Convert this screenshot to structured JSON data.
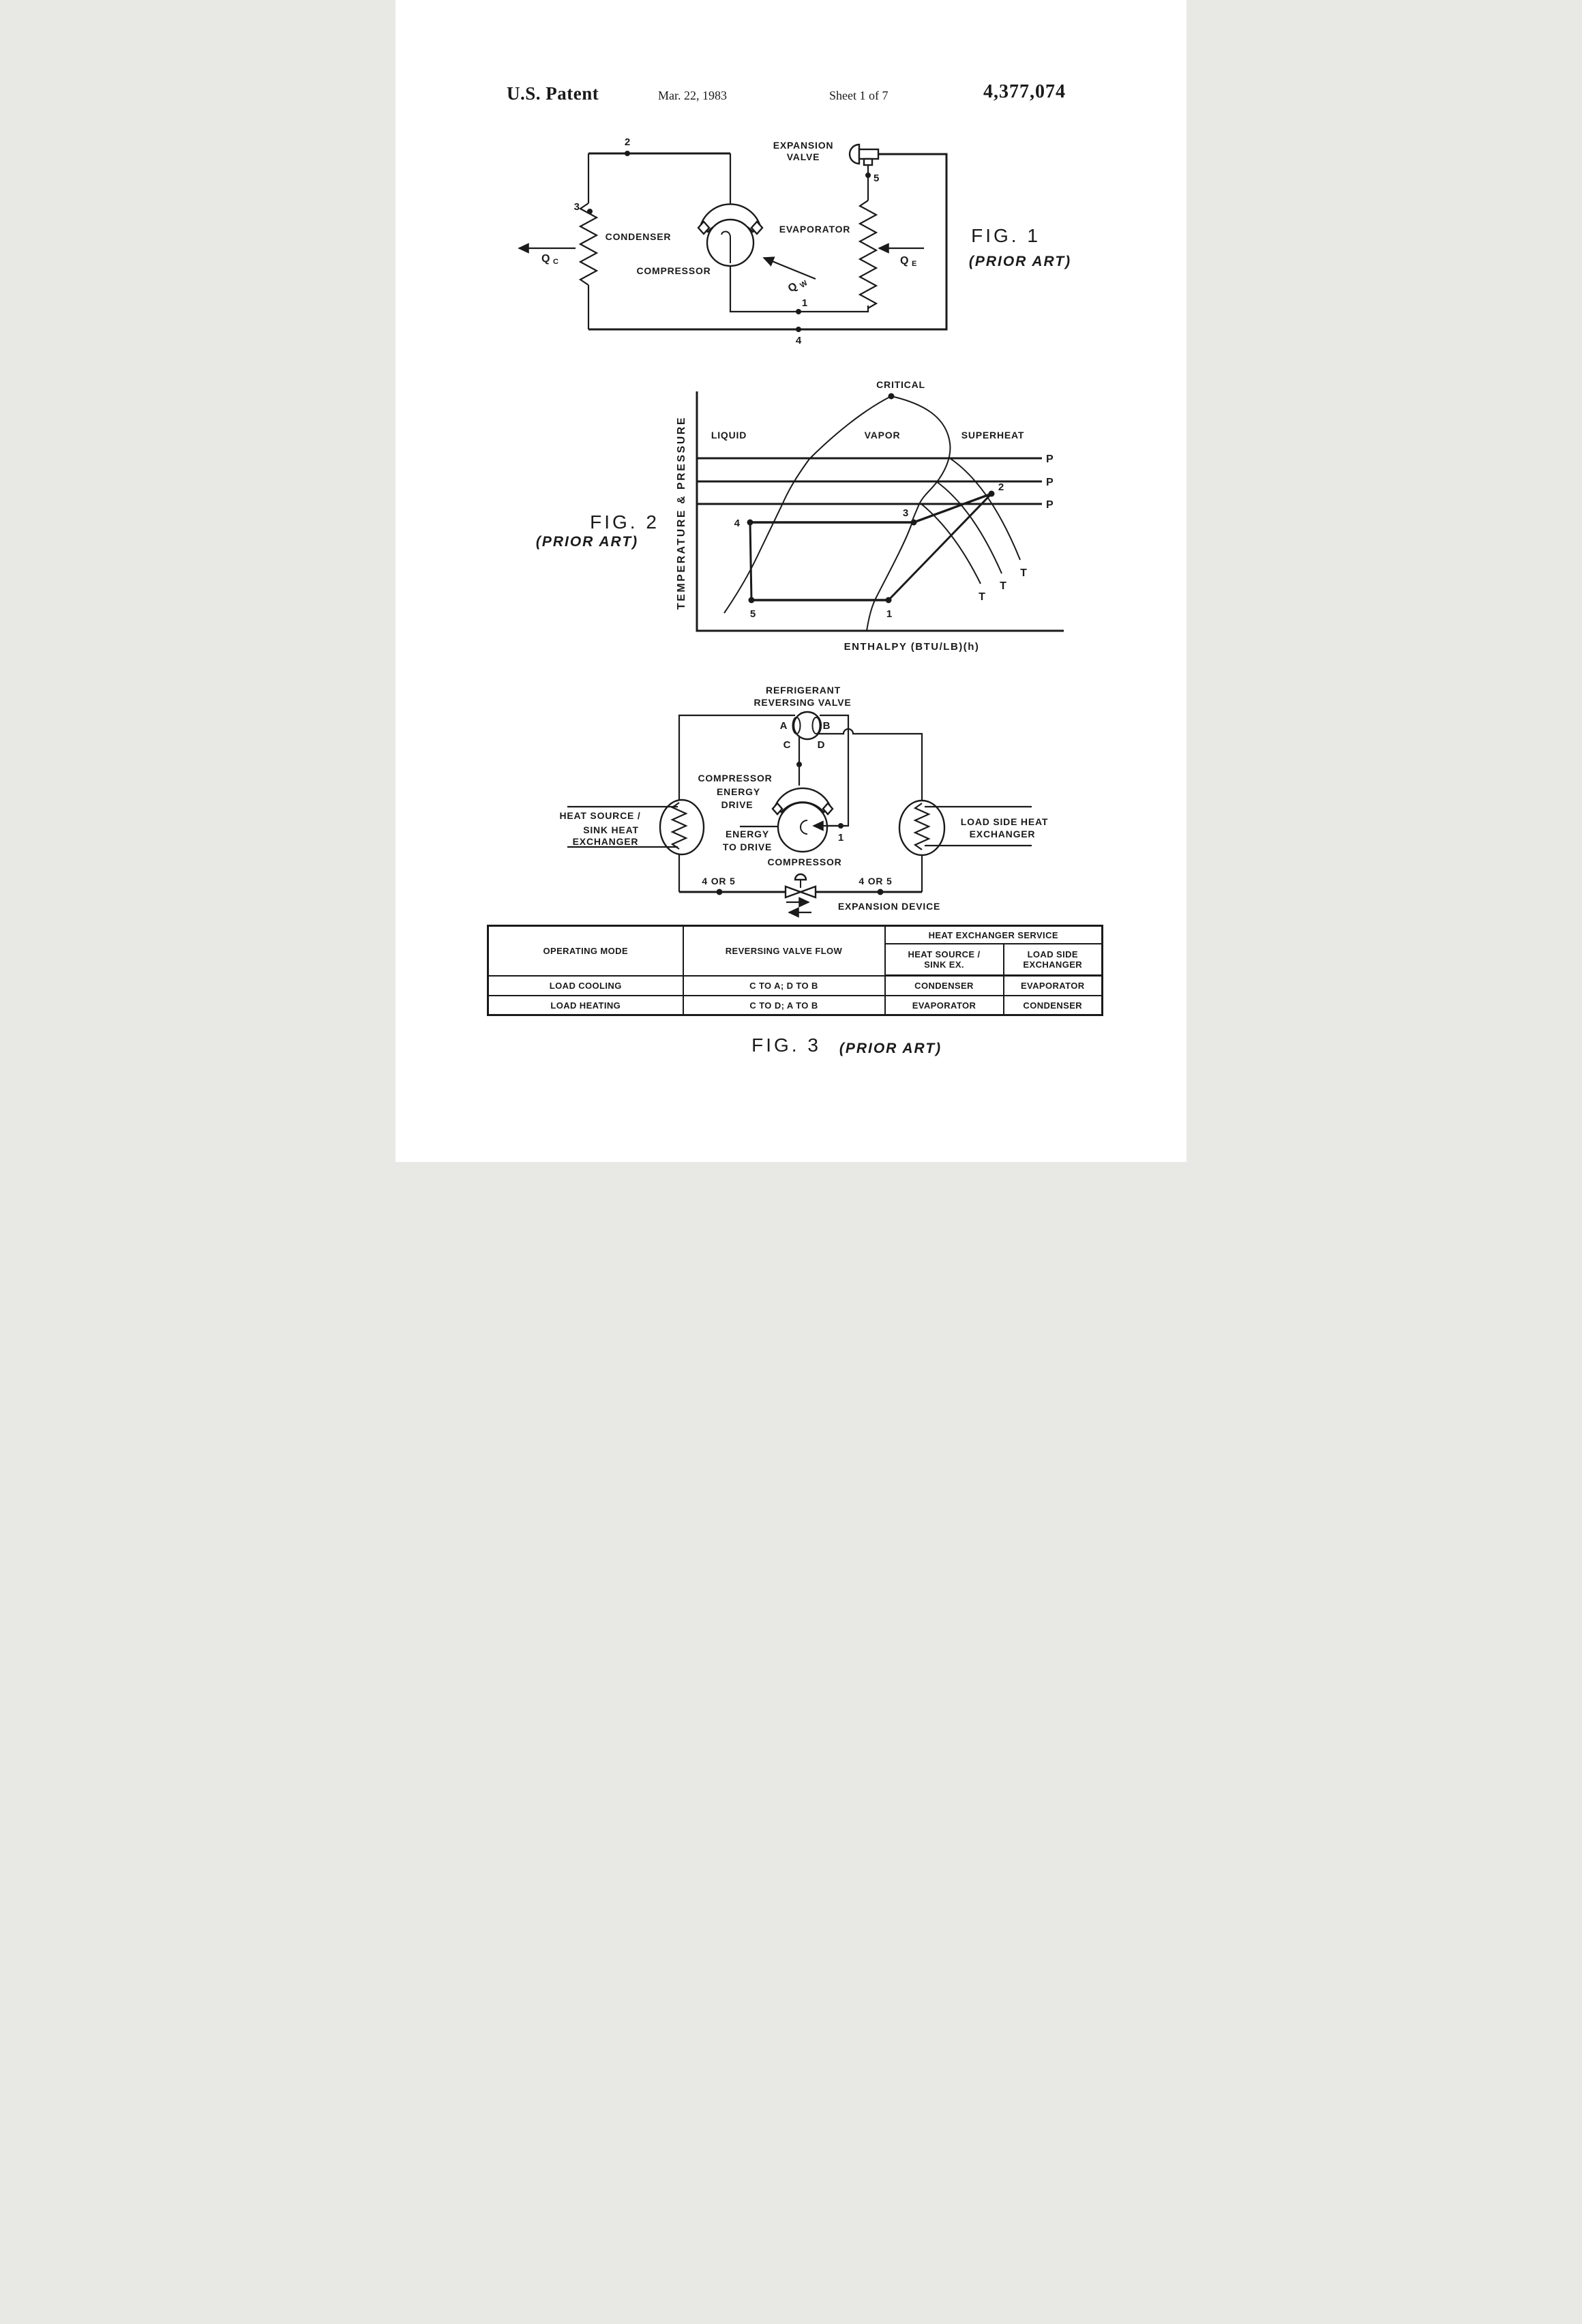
{
  "header": {
    "title": "U.S. Patent",
    "date": "Mar. 22, 1983",
    "sheet": "Sheet 1 of 7",
    "patent_number": "4,377,074"
  },
  "fig1": {
    "caption": "FIG. 1",
    "prior_art": "(PRIOR ART)",
    "expansion_valve_line1": "EXPANSION",
    "expansion_valve_line2": "VALVE",
    "condenser": "CONDENSER",
    "compressor": "COMPRESSOR",
    "evaporator": "EVAPORATOR",
    "q": "Q",
    "qc_sub": "C",
    "qe_sub": "E",
    "qw_sub": "W",
    "pt1": "1",
    "pt2": "2",
    "pt3": "3",
    "pt4": "4",
    "pt5": "5"
  },
  "fig2": {
    "caption": "FIG. 2",
    "prior_art": "(PRIOR ART)",
    "critical": "CRITICAL",
    "liquid": "LIQUID",
    "vapor": "VAPOR",
    "superheat": "SUPERHEAT",
    "y_axis": "TEMPERATURE & PRESSURE",
    "x_axis": "ENTHALPY (BTU/LB)(h)",
    "p": "P",
    "t": "T",
    "pt1": "1",
    "pt2": "2",
    "pt3": "3",
    "pt4": "4",
    "pt5": "5"
  },
  "fig3": {
    "caption": "FIG. 3",
    "prior_art": "(PRIOR ART)",
    "valve_line1": "REFRIGERANT",
    "valve_line2": "REVERSING VALVE",
    "port_a": "A",
    "port_b": "B",
    "port_c": "C",
    "port_d": "D",
    "drive_line1": "COMPRESSOR",
    "drive_line2": "ENERGY",
    "drive_line3": "DRIVE",
    "source_line1": "HEAT SOURCE /",
    "source_line2": "SINK HEAT",
    "source_line3": "EXCHANGER",
    "load_line1": "LOAD SIDE HEAT",
    "load_line2": "EXCHANGER",
    "energy_line1": "ENERGY",
    "energy_line2": "TO DRIVE",
    "energy_line3": "COMPRESSOR",
    "pt1": "1",
    "n45_left": "4 OR 5",
    "n45_right": "4 OR 5",
    "expansion_device": "EXPANSION DEVICE"
  },
  "table": {
    "operating_mode": "OPERATING MODE",
    "valve_flow": "REVERSING VALVE FLOW",
    "service": "HEAT EXCHANGER SERVICE",
    "source_line1": "HEAT SOURCE /",
    "source_line2": "SINK EX.",
    "load_line1": "LOAD SIDE",
    "load_line2": "EXCHANGER",
    "rows": [
      {
        "mode": "LOAD COOLING",
        "flow": "C TO A;  D TO B",
        "source": "CONDENSER",
        "load": "EVAPORATOR"
      },
      {
        "mode": "LOAD HEATING",
        "flow": "C TO D;  A TO B",
        "source": "EVAPORATOR",
        "load": "CONDENSER"
      }
    ]
  }
}
